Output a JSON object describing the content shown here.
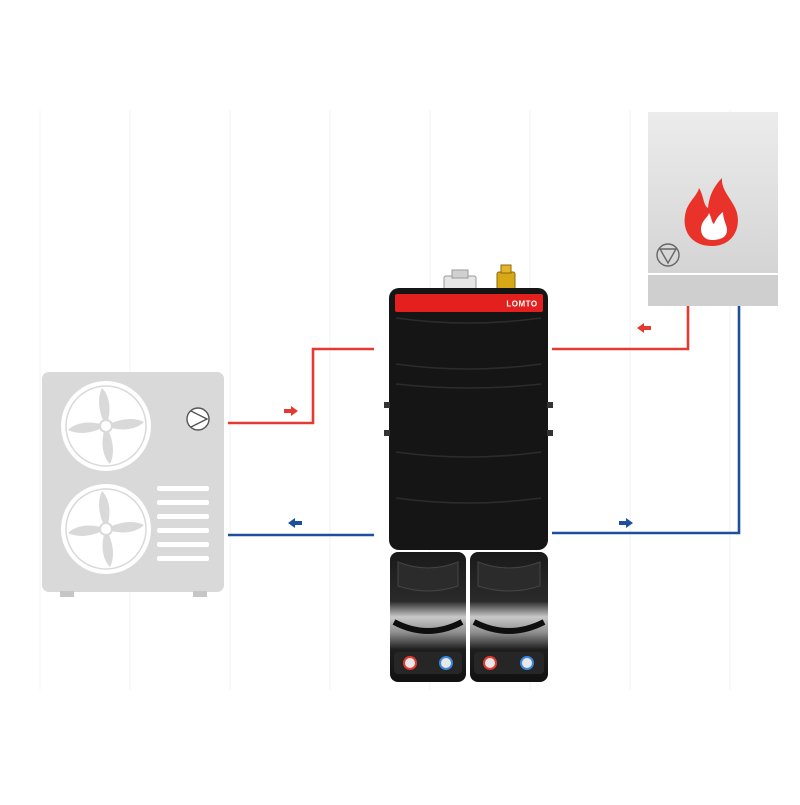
{
  "brand": {
    "name": "LOMTO"
  },
  "colors": {
    "hot_pipe": "#e53a31",
    "cold_pipe": "#1c4f9c",
    "unit_grey": "#d9d9d9",
    "unit_grey_dark": "#c6c6c6",
    "cabinet": "#141414",
    "brand_bar": "#e3201d",
    "flame": "#e8322a"
  },
  "icons": {
    "heat_pump_pump": "circulation-pump-icon",
    "boiler_pump": "circulation-pump-icon",
    "boiler": "flame-icon"
  },
  "components": [
    "heat-pump-outdoor-unit",
    "hydraulic-cabinet",
    "gas-boiler"
  ]
}
